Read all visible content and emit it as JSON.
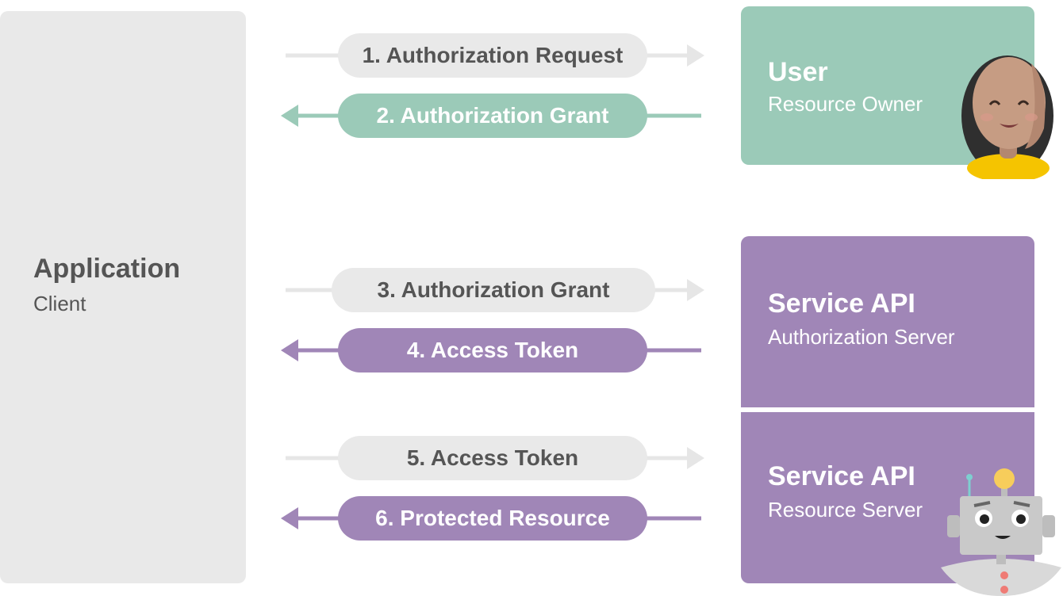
{
  "application": {
    "title": "Application",
    "subtitle": "Client"
  },
  "user": {
    "title": "User",
    "subtitle": "Resource Owner"
  },
  "auth_server": {
    "title": "Service API",
    "subtitle": "Authorization Server"
  },
  "resource_server": {
    "title": "Service API",
    "subtitle": "Resource Server"
  },
  "steps": [
    {
      "label": "1. Authorization Request",
      "direction": "right",
      "style": "gray"
    },
    {
      "label": "2. Authorization Grant",
      "direction": "left",
      "style": "green"
    },
    {
      "label": "3. Authorization Grant",
      "direction": "right",
      "style": "gray"
    },
    {
      "label": "4. Access Token",
      "direction": "left",
      "style": "purple"
    },
    {
      "label": "5. Access Token",
      "direction": "right",
      "style": "gray"
    },
    {
      "label": "6. Protected Resource",
      "direction": "left",
      "style": "purple"
    }
  ],
  "colors": {
    "gray_box": "#e9e9e9",
    "gray_text": "#555555",
    "green": "#9bcab8",
    "purple": "#a086b7",
    "arrow_gray": "#e6e6e6"
  },
  "icons": {
    "user_avatar": "woman-avatar-icon",
    "robot": "robot-icon"
  }
}
